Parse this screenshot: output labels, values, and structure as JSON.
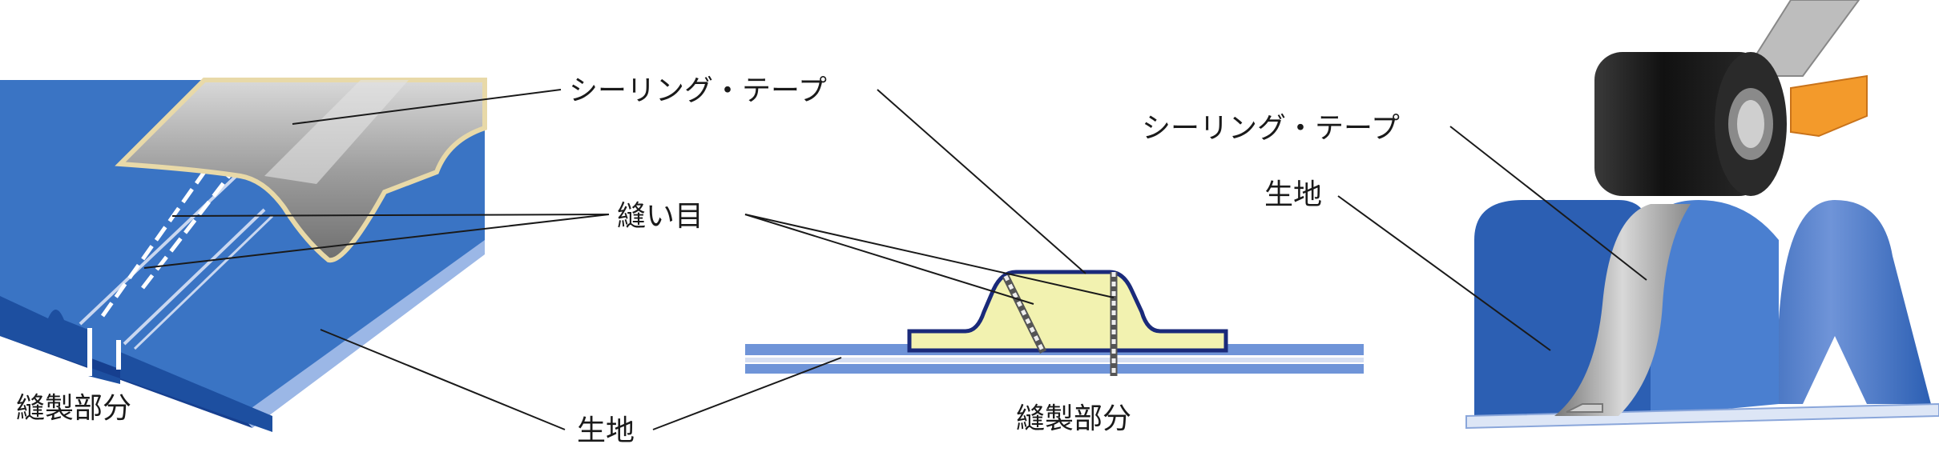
{
  "labels": {
    "sealing_tape": "シーリング・テープ",
    "stitch": "縫い目",
    "fabric": "生地",
    "sewn_part": "縫製部分"
  },
  "colors": {
    "fabric_blue": "#2f6fc2",
    "fabric_dark": "#1d4fa0",
    "fabric_light": "#7ea3df",
    "tape_gray": "#a8a8a8",
    "tape_edge": "#e8d9a8",
    "tape_yellow": "#f2f2b0",
    "outline_navy": "#1a2a7a",
    "roller_black": "#1c1c1c",
    "heater_orange": "#f39a2b"
  }
}
